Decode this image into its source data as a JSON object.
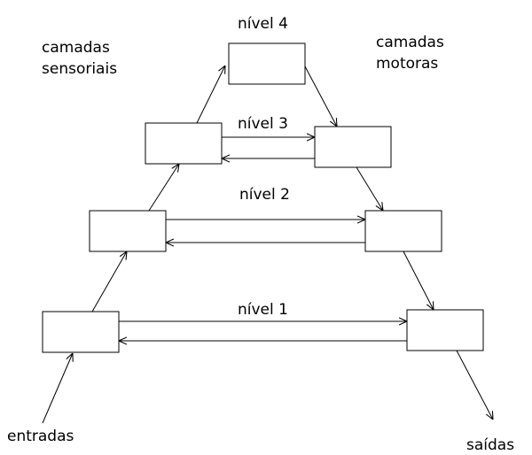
{
  "labels": {
    "sensory_line1": "camadas",
    "sensory_line2": "sensoriais",
    "motor_line1": "camadas",
    "motor_line2": "motoras",
    "level4": "nível 4",
    "level3": "nível 3",
    "level2": "nível 2",
    "level1": "nível 1",
    "inputs": "entradas",
    "outputs": "saídas"
  },
  "levels": [
    {
      "id": "nivel-4",
      "label_key": "level4",
      "sensory_box": true,
      "motor_box": false
    },
    {
      "id": "nivel-3",
      "label_key": "level3",
      "sensory_box": true,
      "motor_box": true
    },
    {
      "id": "nivel-2",
      "label_key": "level2",
      "sensory_box": true,
      "motor_box": true
    },
    {
      "id": "nivel-1",
      "label_key": "level1",
      "sensory_box": true,
      "motor_box": true
    }
  ],
  "colors": {
    "stroke": "#000000",
    "background": "#ffffff"
  }
}
